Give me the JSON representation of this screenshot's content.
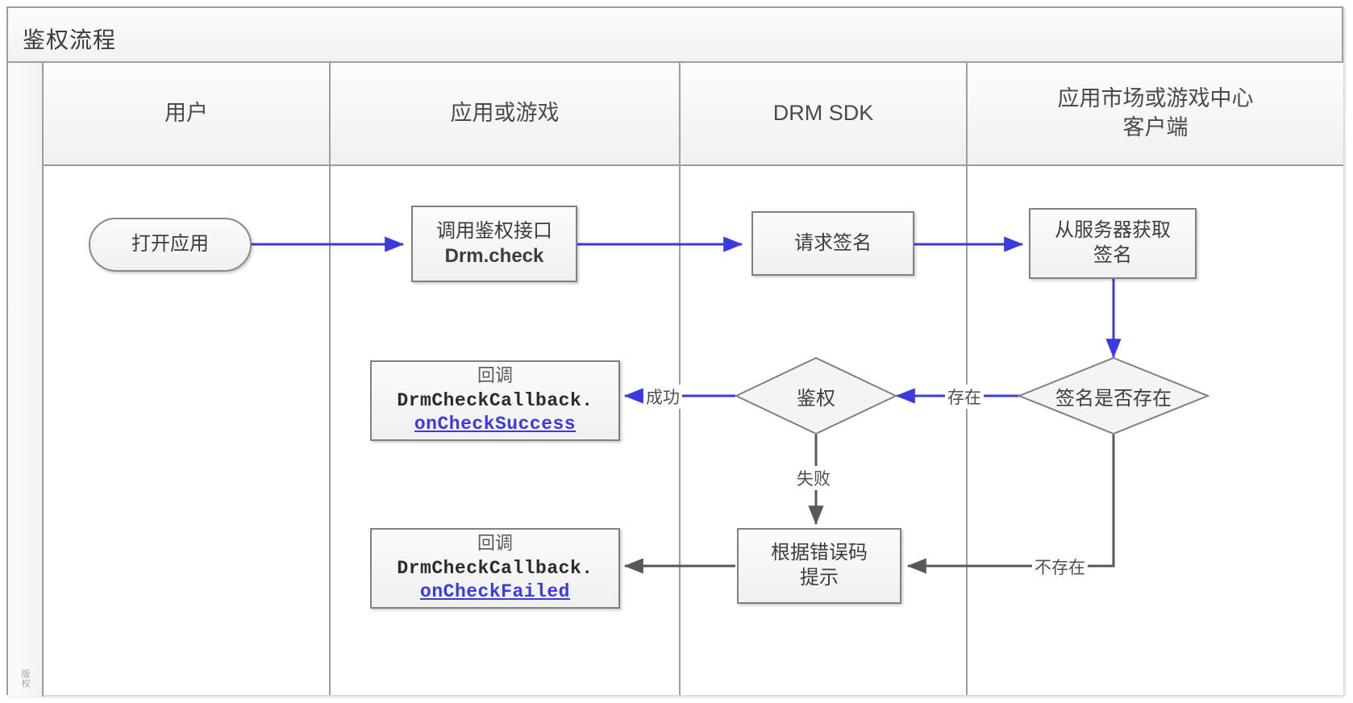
{
  "diagram": {
    "title": "鉴权流程",
    "watermark": "版权",
    "lanes": [
      {
        "label": "用户"
      },
      {
        "label": "应用或游戏"
      },
      {
        "label": "DRM SDK"
      },
      {
        "label": "应用市场或游戏中心\n客户端"
      }
    ],
    "lane_4_line1": "应用市场或游戏中心",
    "lane_4_line2": "客户端",
    "nodes": {
      "open_app": "打开应用",
      "call_auth_line1": "调用鉴权接口",
      "call_auth_line2": "Drm.check",
      "request_sign": "请求签名",
      "fetch_sign_line1": "从服务器获取",
      "fetch_sign_line2": "签名",
      "decision_sign_exists": "签名是否存在",
      "decision_auth": "鉴权",
      "cb_success_title": "回调",
      "cb_success_class": "DrmCheckCallback.",
      "cb_success_method": "onCheckSuccess",
      "error_tip_line1": "根据错误码",
      "error_tip_line2": "提示",
      "cb_failed_title": "回调",
      "cb_failed_class": "DrmCheckCallback.",
      "cb_failed_method": "onCheckFailed"
    },
    "edge_labels": {
      "exists": "存在",
      "not_exists": "不存在",
      "success": "成功",
      "failure": "失败"
    },
    "colors": {
      "flow_blue": "#3a3ae0",
      "flow_gray": "#585858",
      "frame_border": "#9d9d9d",
      "node_border": "#808080"
    }
  }
}
